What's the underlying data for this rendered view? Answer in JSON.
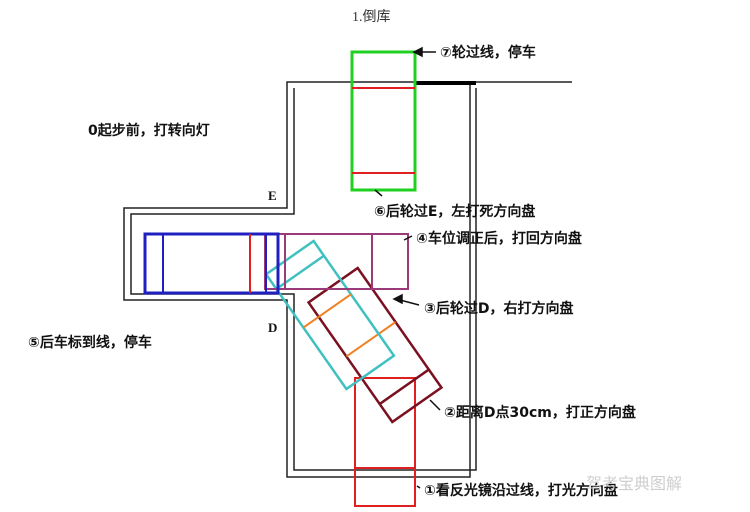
{
  "title": "1.倒库",
  "points": {
    "e": "E",
    "d": "D"
  },
  "steps": {
    "s0": "0起步前，打转向灯",
    "s1": "①看反光镜沿过线，打光方向盘",
    "s2": "②距离D点30cm，打正方向盘",
    "s3": "③后轮过D，右打方向盘",
    "s4": "④车位调正后，打回方向盘",
    "s5": "⑤后车标到线，停车",
    "s6": "⑥后轮过E，左打死方向盘",
    "s7": "⑦轮过线，停车"
  },
  "watermark": "驾考宝典图解",
  "colors": {
    "lane": "#222222",
    "car_red": "#e02020",
    "car_dark_red": "#7a1020",
    "car_cyan": "#40c0c0",
    "car_purple": "#9b3a78",
    "car_blue": "#2020c0",
    "car_green": "#20d020",
    "axle_orange": "#f08020"
  }
}
